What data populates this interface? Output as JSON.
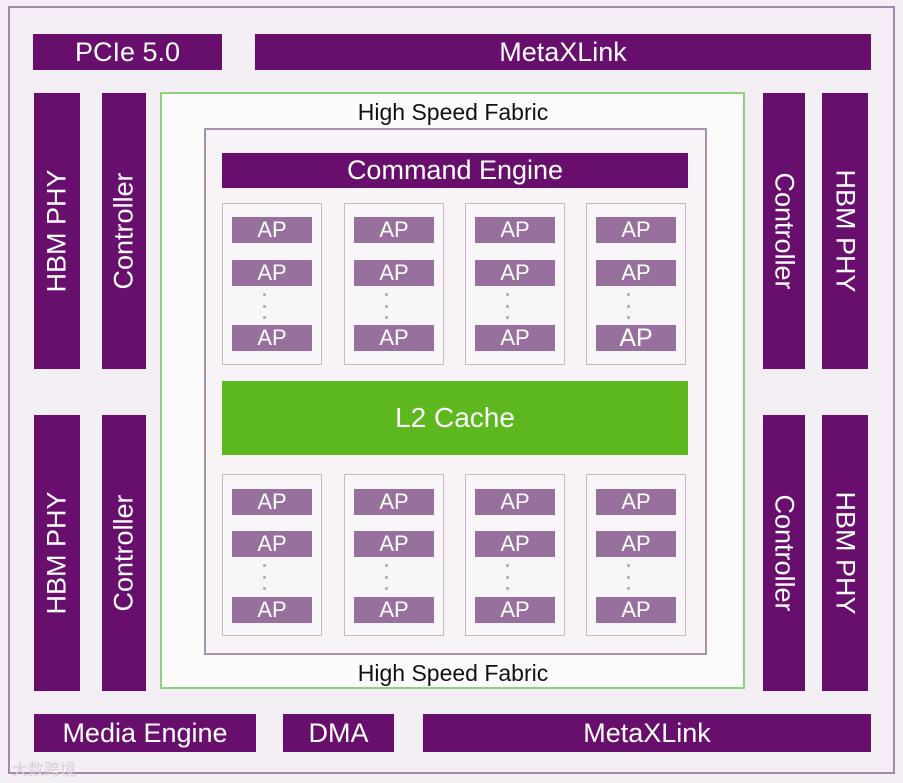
{
  "top": {
    "pcie": "PCIe 5.0",
    "metaxlink": "MetaXLink"
  },
  "bottom": {
    "media_engine": "Media Engine",
    "dma": "DMA",
    "metaxlink": "MetaXLink"
  },
  "left": {
    "hbm_top": "HBM PHY",
    "ctrl_top": "Controller",
    "hbm_bottom": "HBM PHY",
    "ctrl_bottom": "Controller"
  },
  "right": {
    "ctrl_top": "Controller",
    "hbm_top": "HBM PHY",
    "ctrl_bottom": "Controller",
    "hbm_bottom": "HBM PHY"
  },
  "fabric": {
    "top_label": "High Speed Fabric",
    "bottom_label": "High Speed Fabric"
  },
  "core": {
    "command_engine": "Command Engine",
    "l2_cache": "L2 Cache",
    "ap_label": "AP",
    "top_groups": [
      [
        "AP",
        "AP",
        "AP"
      ],
      [
        "AP",
        "AP",
        "AP"
      ],
      [
        "AP",
        "AP",
        "AP"
      ],
      [
        "AP",
        "AP",
        "AP"
      ]
    ],
    "bottom_groups": [
      [
        "AP",
        "AP",
        "AP"
      ],
      [
        "AP",
        "AP",
        "AP"
      ],
      [
        "AP",
        "AP",
        "AP"
      ],
      [
        "AP",
        "AP",
        "AP"
      ]
    ]
  },
  "watermark": "大数跨境",
  "colors": {
    "block": "#680f6d",
    "ap": "#98709e",
    "l2": "#5cb81e",
    "fabric_border": "#8fd07f"
  }
}
